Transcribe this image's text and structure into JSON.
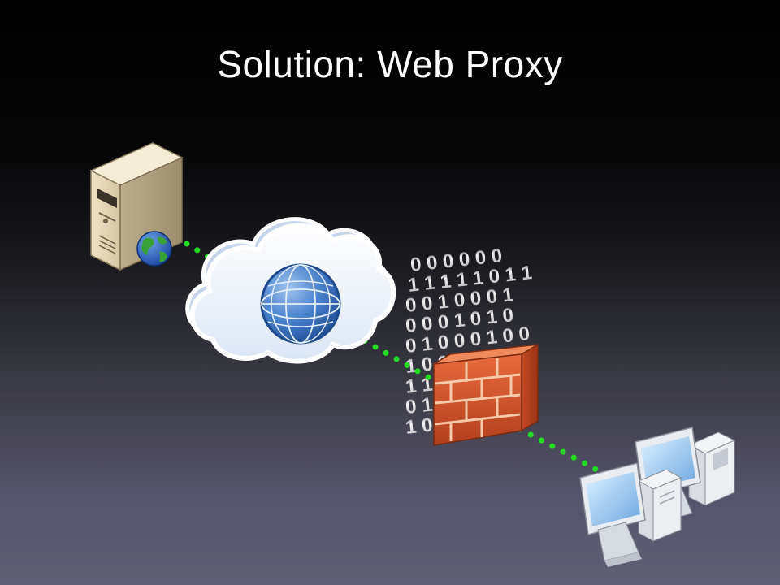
{
  "slide": {
    "title": "Solution: Web Proxy"
  },
  "binary_rows": [
    "0 0 0 0 0 0",
    "1 1 1 1 1 0 1 1",
    "0 0 1 0 0 0 1",
    "0 0 0 1 0 1 0",
    "0 1 0 0 0 1 0 0",
    "1 0 0 1 0 0 1",
    "1 1 0 1 0 0 0",
    "0 1 1 0 1 0 0",
    "1 0 0 1 0 0 1"
  ],
  "colors": {
    "link": "#22dd22",
    "brick": "#d4522b",
    "cloud": "#eef3fb",
    "globe": "#3f76c2"
  },
  "icons": [
    "server-icon",
    "cloud-icon",
    "internet-globe-icon",
    "firewall-icon",
    "client-computers-icon"
  ]
}
